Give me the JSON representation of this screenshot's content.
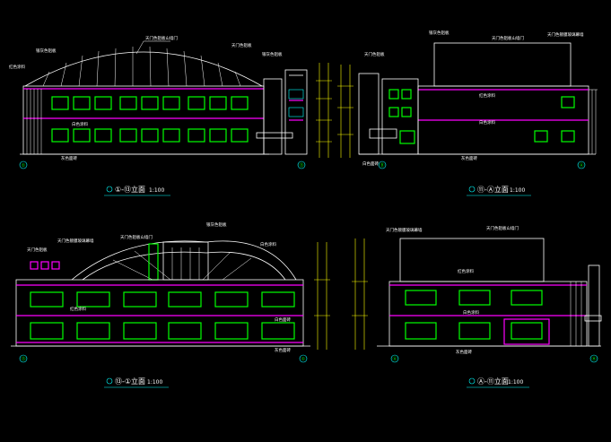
{
  "drawings": {
    "elev_1_13": {
      "caption": "①-⑬立面",
      "scale": "1:100",
      "axis_left": "①",
      "axis_right": "⑬"
    },
    "elev_h_a": {
      "caption": "⑪-Ⓐ立面",
      "scale": "1:100",
      "axis_left": "Ⓑ",
      "axis_right": "Ⓐ"
    },
    "elev_13_1": {
      "caption": "⑬-①立面",
      "scale": "1:100",
      "axis_left": "⑬",
      "axis_right": "①"
    },
    "elev_a_h": {
      "caption": "Ⓐ-⑪立面",
      "scale": "1:100",
      "axis_left": "Ⓐ",
      "axis_right": "Ⓗ"
    }
  },
  "notes": {
    "roof_top": "天门色铝板山墙门",
    "roof_side": "银灰色铝板",
    "wall_red": "红色涂料",
    "wall_white": "白色涂料",
    "base": "灰色面砖",
    "glass": "天门色镀膜玻璃幕墙",
    "railing": "银灰色铝板",
    "canopy": "天门色铝板",
    "tile": "白色面砖"
  },
  "colors": {
    "bg": "#000000",
    "line": "#ffffff",
    "window": "#00ff00",
    "band": "#ff00ff",
    "dim": "#ffff00"
  }
}
